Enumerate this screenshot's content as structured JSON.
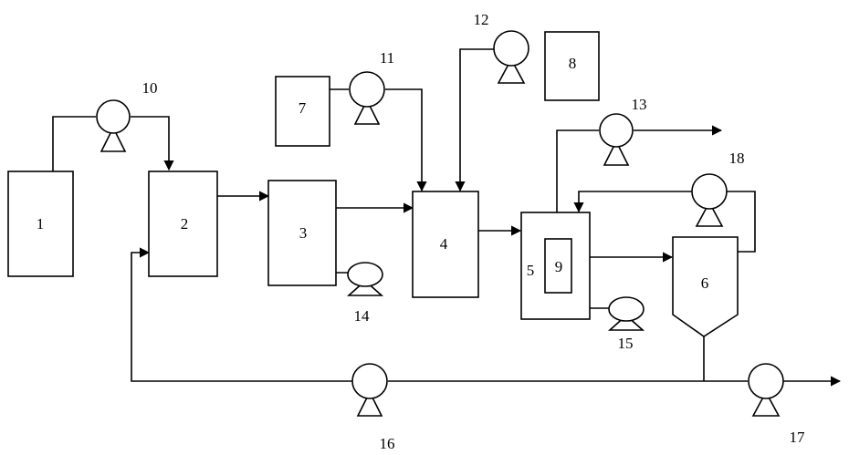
{
  "units": {
    "u1": "1",
    "u2": "2",
    "u3": "3",
    "u4": "4",
    "u5": "5",
    "u6": "6",
    "u7": "7",
    "u8": "8",
    "u9": "9"
  },
  "pumps": {
    "p10": "10",
    "p11": "11",
    "p12": "12",
    "p13": "13",
    "p14": "14",
    "p15": "15",
    "p16": "16",
    "p17": "17",
    "p18": "18"
  }
}
